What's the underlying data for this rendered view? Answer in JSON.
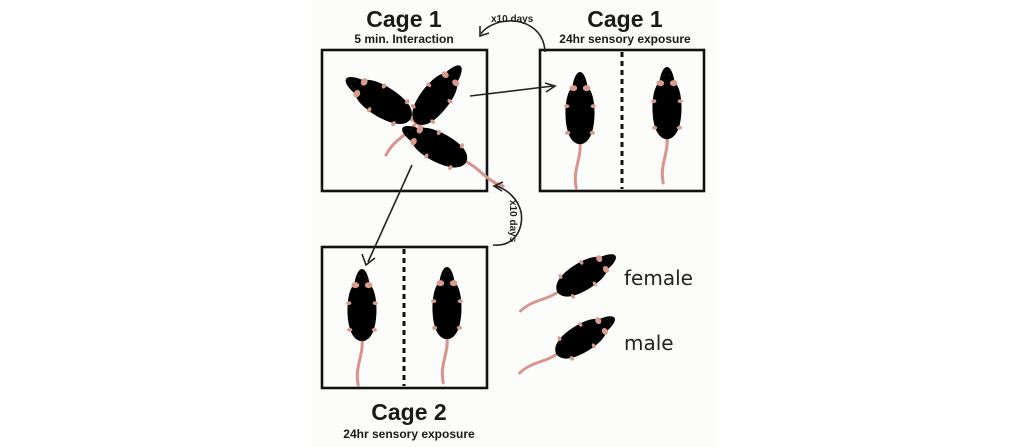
{
  "cage1_interaction": {
    "title": "Cage 1",
    "subtitle": "5 min. Interaction"
  },
  "cage1_exposure": {
    "title": "Cage 1",
    "subtitle": "24hr sensory exposure"
  },
  "cage2_exposure": {
    "title": "Cage 2",
    "subtitle": "24hr sensory exposure"
  },
  "repeat_top": "x10 days",
  "repeat_right": "x10 days",
  "legend": {
    "female": "female",
    "male": "male"
  },
  "colors": {
    "female": "#8c8c8c",
    "male": "#3b3b3b",
    "white_rat": "#ffffff",
    "ear": "#d79a8c",
    "tail": "#d9948e",
    "frame": "#111111"
  }
}
